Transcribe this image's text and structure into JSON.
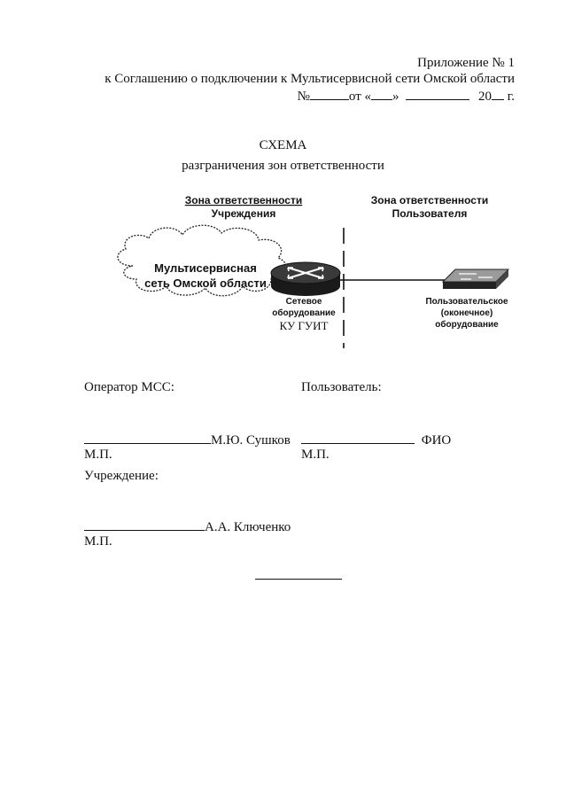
{
  "header": {
    "appendix_title": "Приложение № 1",
    "agreement_line": "к Соглашению о подключении к Мультисервисной сети Омской области",
    "number_label": "№",
    "from_label": "от «",
    "quote_close": "»",
    "year_prefix": "20",
    "year_suffix": " г."
  },
  "title": {
    "main": "СХЕМА",
    "sub": "разграничения зон ответственности"
  },
  "diagram": {
    "zone_institution_line1": "Зона ответственности",
    "zone_institution_line2": "Учреждения",
    "zone_user_line1": "Зона ответственности",
    "zone_user_line2": "Пользователя",
    "cloud_line1": "Мультисервисная",
    "cloud_line2": "сеть Омской области",
    "router_label_line1": "Сетевое",
    "router_label_line2": "оборудование",
    "router_owner": "КУ ГУИТ",
    "user_equipment_line1": "Пользовательское",
    "user_equipment_line2": "(оконечное)",
    "user_equipment_line3": "оборудование"
  },
  "signatures": {
    "operator_label": "Оператор МСС:",
    "user_label": "Пользователь:",
    "operator_name": "М.Ю. Сушков",
    "user_name": "ФИО",
    "stamp_left": "М.П.",
    "stamp_right": "М.П.",
    "institution_label": "Учреждение:",
    "institution_name": "А.А. Ключенко",
    "stamp_institution": "М.П."
  }
}
